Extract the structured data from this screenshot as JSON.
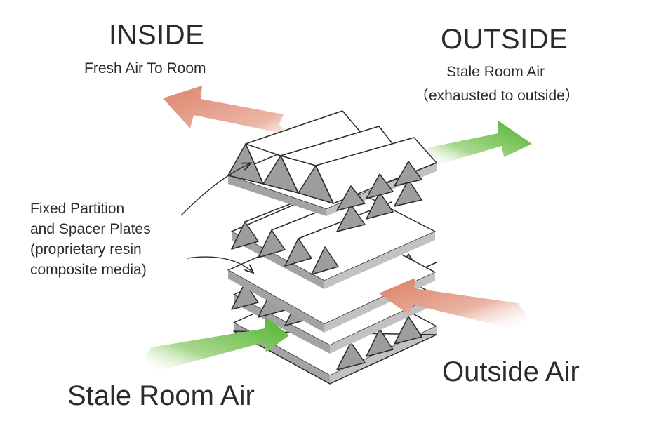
{
  "inside": {
    "title": "INSIDE",
    "subtitle": "Fresh Air To Room"
  },
  "outside": {
    "title": "OUTSIDE",
    "subtitle_line1": "Stale Room Air",
    "subtitle_line2": "（exhausted to outside）"
  },
  "callout": {
    "lines": [
      "Fixed Partition",
      "and Spacer Plates",
      "(proprietary resin",
      "composite media)"
    ]
  },
  "bottom_left_label": "Stale Room Air",
  "bottom_right_label": "Outside Air",
  "colors": {
    "fresh_air_arrow": "#e39a86",
    "stale_air_arrow": "#5db53c",
    "plate_shade": "#9a9a9a",
    "plate_fill": "#ffffff",
    "outline": "#2b2b2b"
  },
  "icons": [
    "fresh-air-arrow",
    "exhaust-air-arrow",
    "stale-air-intake-arrow",
    "outside-air-intake-arrow",
    "core-plate-stack"
  ]
}
